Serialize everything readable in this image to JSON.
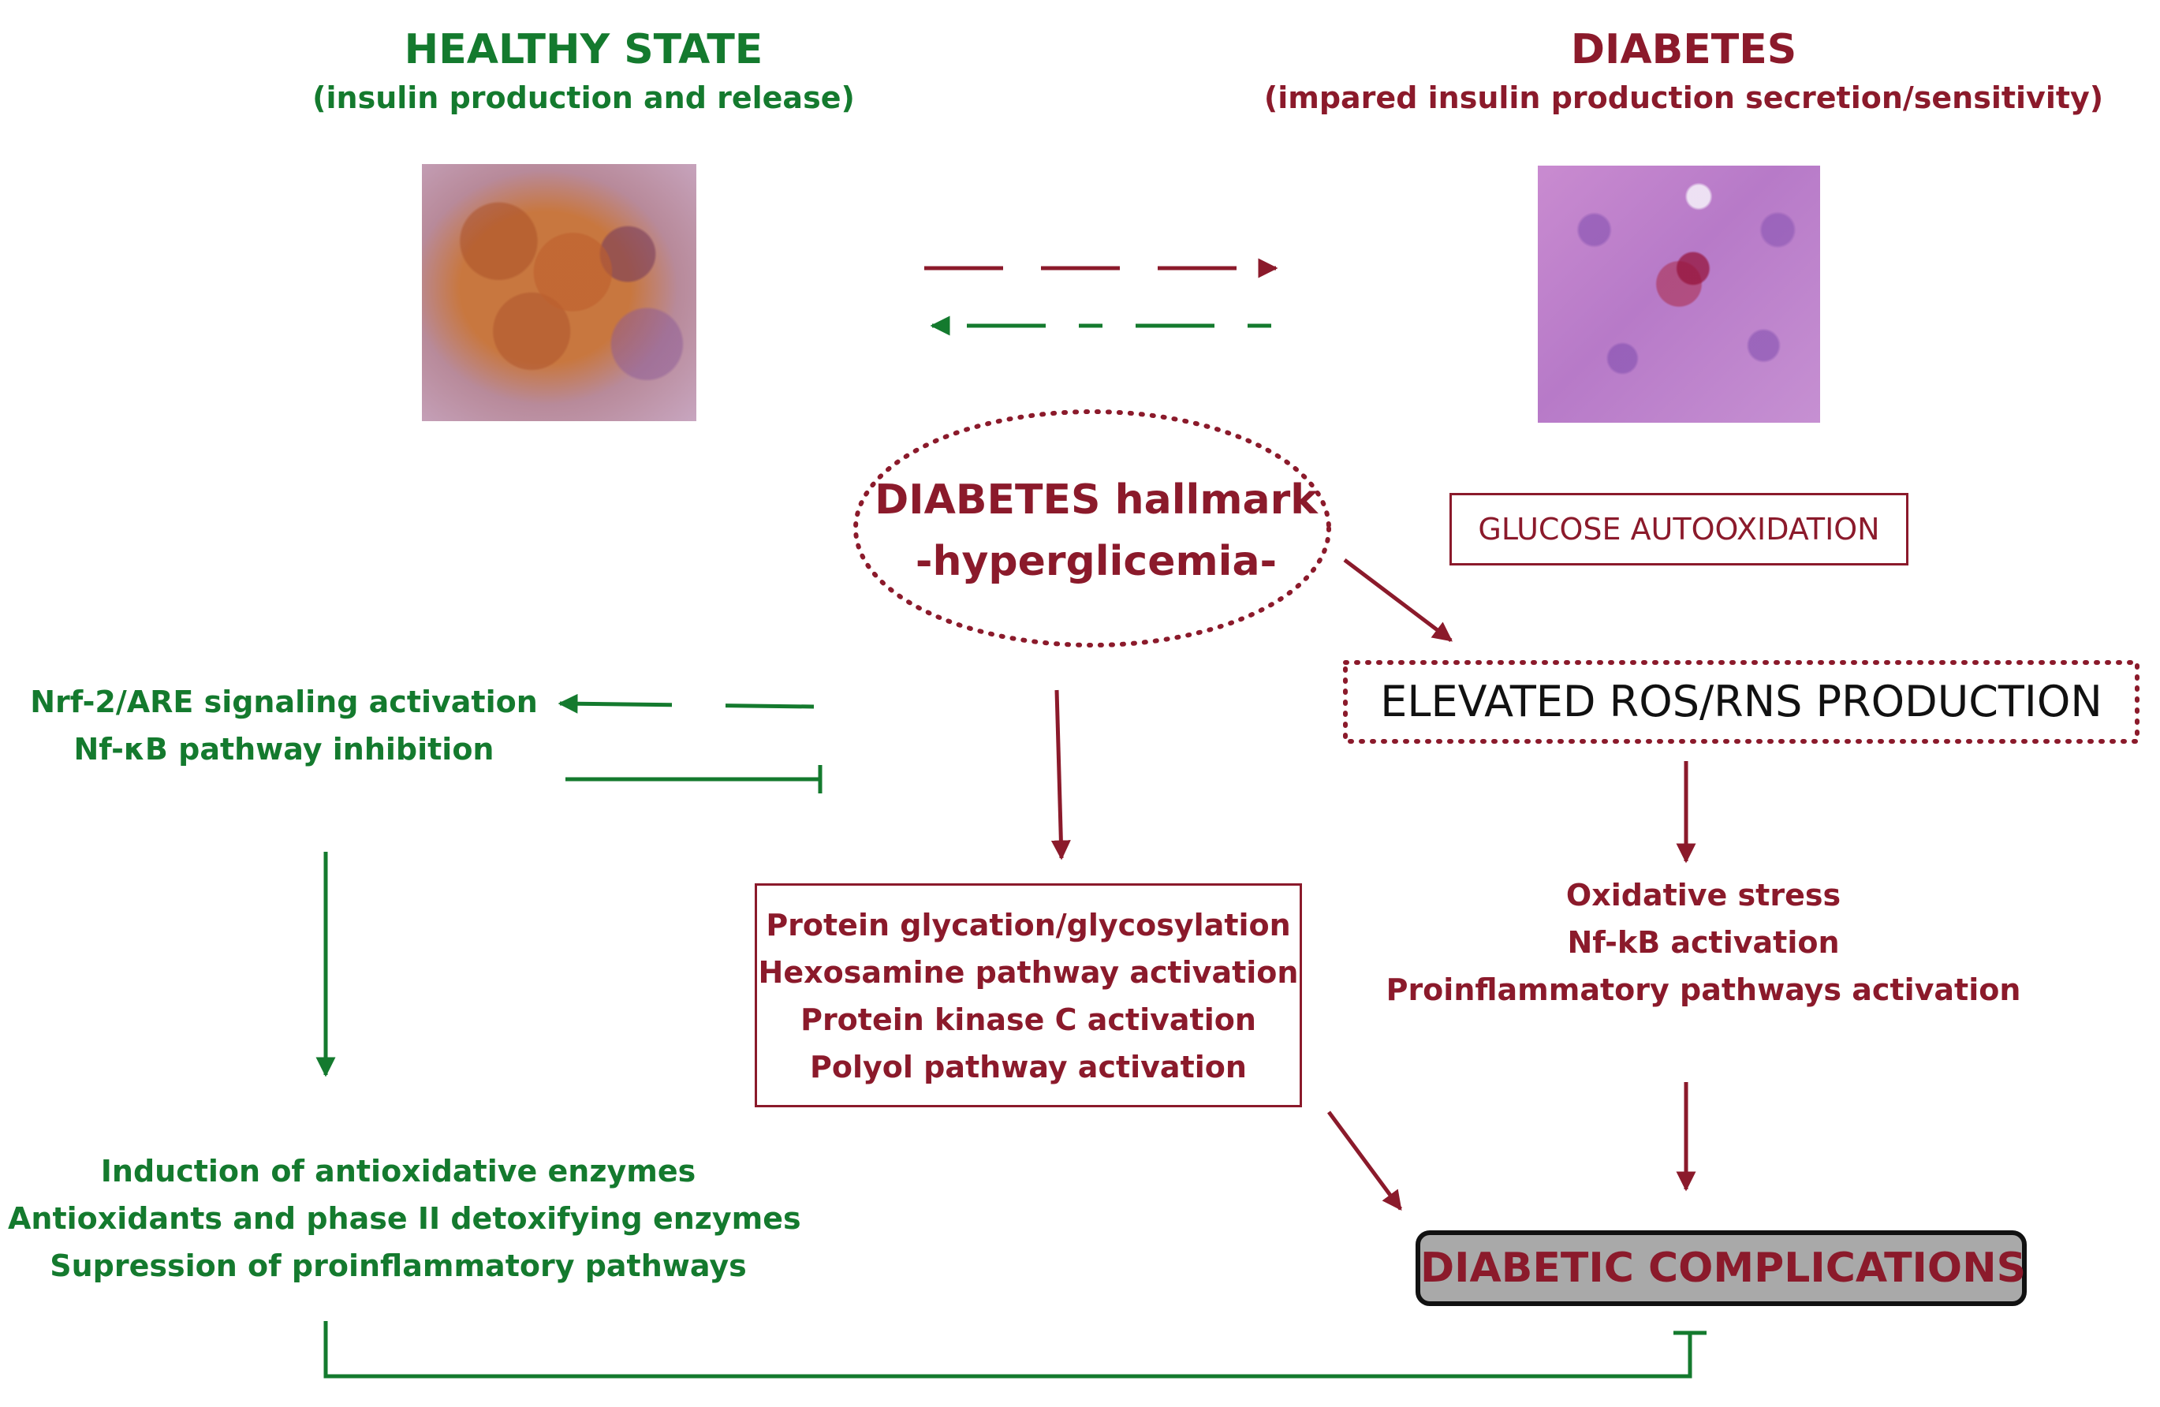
{
  "healthy": {
    "title": "HEALTHY STATE",
    "subtitle": "(insulin production and release)"
  },
  "diabetes": {
    "title": "DIABETES",
    "subtitle": "(impared insulin production secretion/sensitivity)"
  },
  "hallmark": {
    "line1": "DIABETES hallmark",
    "line2": "-hyperglicemia-"
  },
  "glucose_autooxidation": "GLUCOSE AUTOOXIDATION",
  "elevated_ros": "ELEVATED ROS/RNS PRODUCTION",
  "nrf2": {
    "line1": "Nrf-2/ARE signaling activation",
    "line2": "Nf-κB pathway inhibition"
  },
  "protein_box": {
    "lines": [
      "Protein glycation/glycosylation",
      "Hexosamine pathway activation",
      "Protein kinase C activation",
      "Polyol pathway activation"
    ]
  },
  "oxidative": {
    "lines": [
      "Oxidative stress",
      "Nf-kB activation",
      "Proinflammatory pathways activation"
    ]
  },
  "induction": {
    "lines": [
      "Induction of antioxidative enzymes",
      "Antioxidants and phase II detoxifying enzymes",
      "Supression of proinflammatory pathways"
    ]
  },
  "complications": "DIABETIC COMPLICATIONS",
  "colors": {
    "green": "#147a2e",
    "dark_red": "#8b1a2b",
    "complications_bg": "#a9a9a9"
  }
}
